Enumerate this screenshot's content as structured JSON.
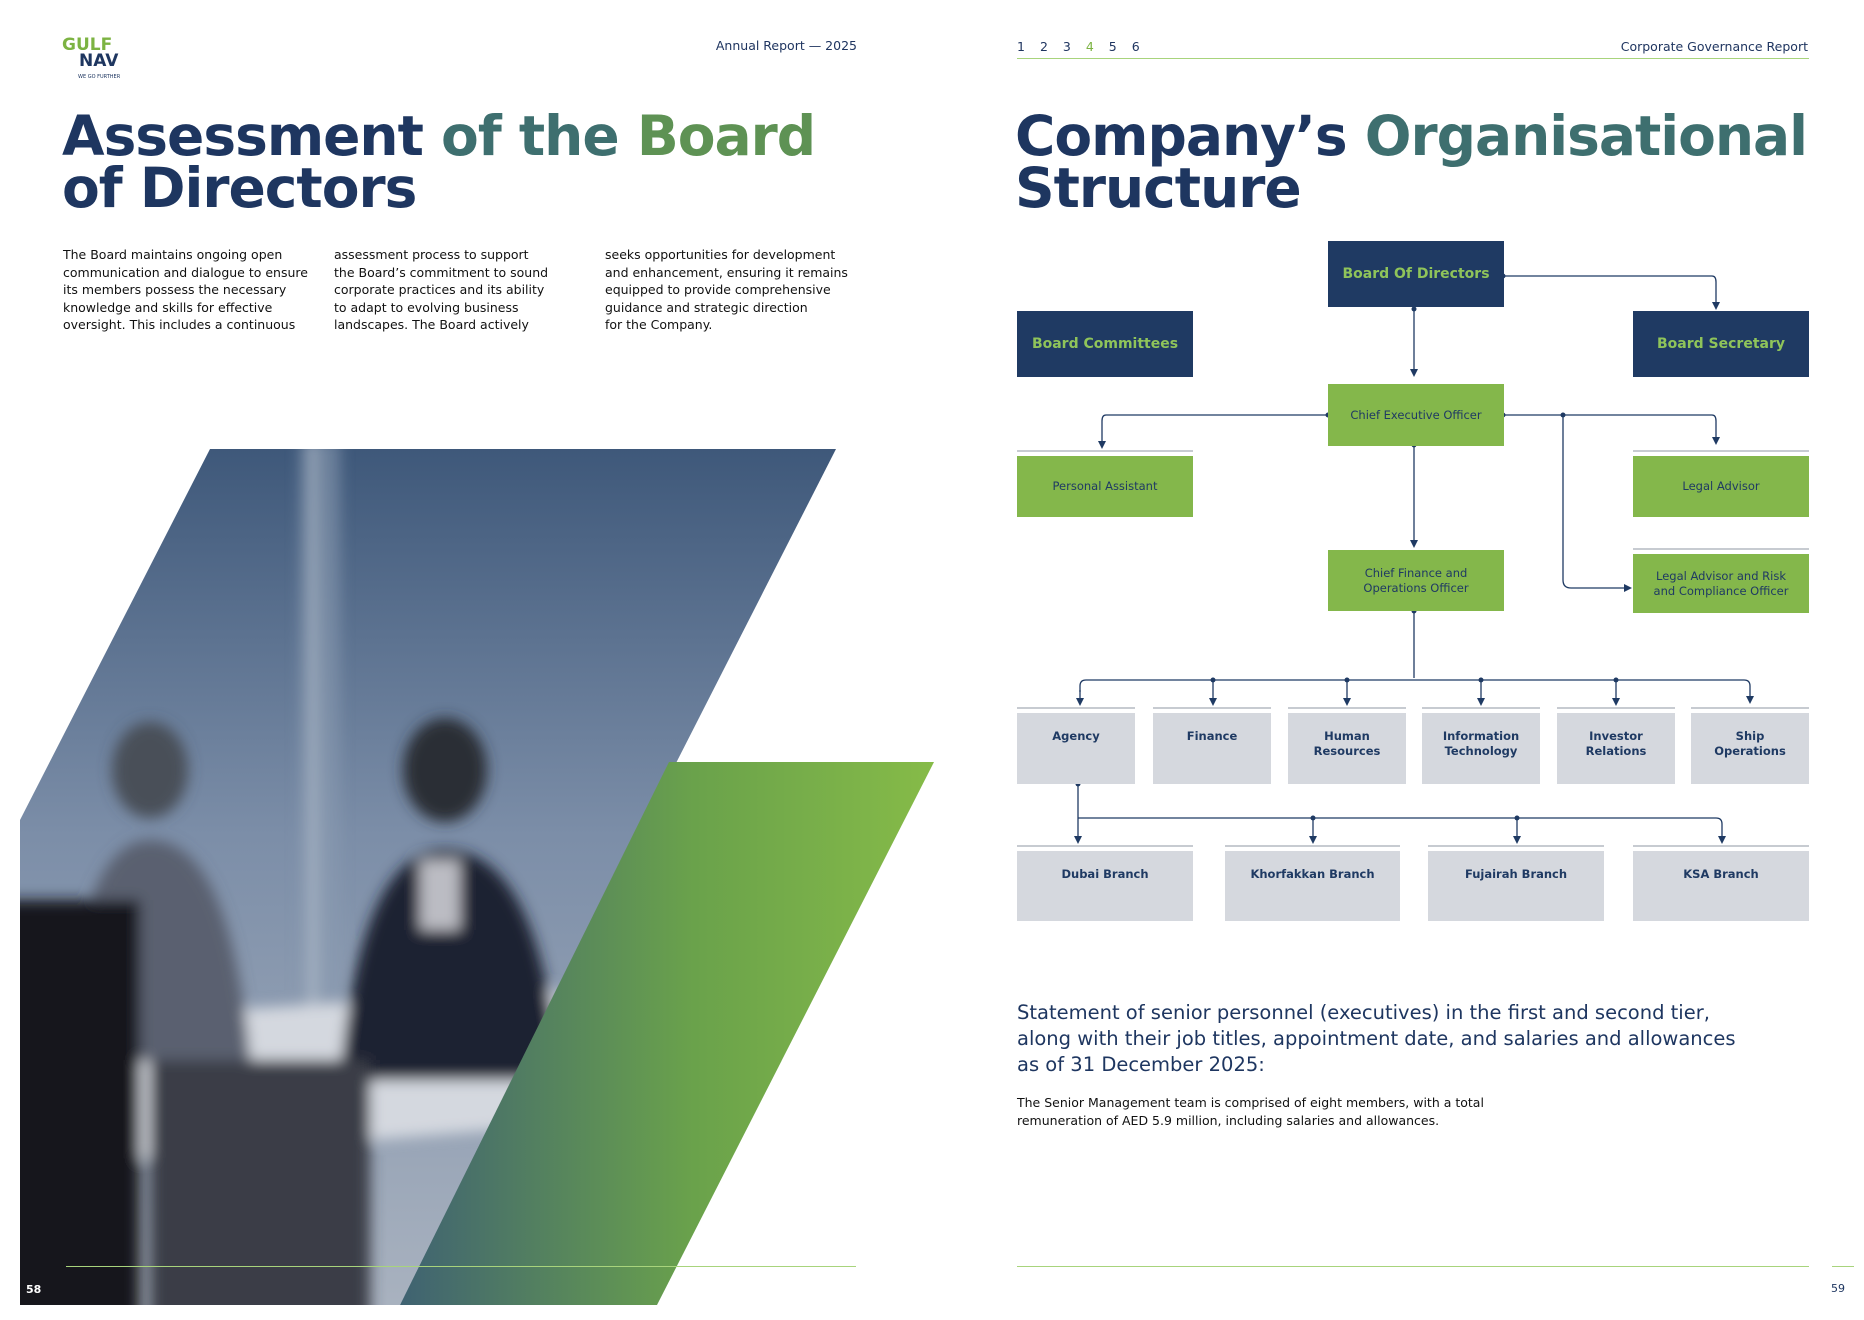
{
  "left_page": {
    "logo": {
      "line1": "GULF",
      "line2": "NAV",
      "tagline": "WE GO FURTHER"
    },
    "header": "Annual Report — 2025",
    "title": {
      "part1": "Assessment",
      "part2": "of the",
      "part3": "Board",
      "line2": "of Directors"
    },
    "columns": [
      [
        "The Board maintains ongoing open",
        "communication and dialogue to ensure",
        "its members possess the necessary",
        "knowledge and skills for effective",
        "oversight. This includes a continuous"
      ],
      [
        "assessment process to support",
        "the Board’s commitment to sound",
        "corporate practices and its ability",
        "to adapt to evolving business",
        "landscapes. The Board actively"
      ],
      [
        "seeks opportunities for development",
        "and enhancement, ensuring it remains",
        "equipped to provide comprehensive",
        "guidance and strategic direction",
        "for the Company."
      ]
    ],
    "page_number": "58"
  },
  "right_page": {
    "nav": [
      "1",
      "2",
      "3",
      "4",
      "5",
      "6"
    ],
    "nav_active_index": 3,
    "header": "Corporate Governance Report",
    "title": {
      "part1": "Company’s",
      "part2": "Organisational",
      "line2": "Structure"
    },
    "org_chart": {
      "board_of_directors": "Board Of Directors",
      "board_committees": "Board Committees",
      "board_secretary": "Board Secretary",
      "ceo": "Chief Executive Officer",
      "personal_assistant": "Personal Assistant",
      "legal_advisor": "Legal Advisor",
      "cfo": [
        "Chief Finance and",
        "Operations Officer"
      ],
      "legal_risk": [
        "Legal Advisor and Risk",
        "and Compliance Officer"
      ],
      "departments": [
        [
          "Agency"
        ],
        [
          "Finance"
        ],
        [
          "Human",
          "Resources"
        ],
        [
          "Information",
          "Technology"
        ],
        [
          "Investor",
          "Relations"
        ],
        [
          "Ship",
          "Operations"
        ]
      ],
      "branches": [
        "Dubai Branch",
        "Khorfakkan Branch",
        "Fujairah Branch",
        "KSA Branch"
      ]
    },
    "statement": {
      "heading": [
        "Statement of senior personnel (executives) in the first and second tier,",
        "along with their job titles, appointment date, and salaries and allowances",
        "as of 31 December 2025:"
      ],
      "body": [
        "The Senior Management team is comprised of eight members, with a total",
        "remuneration of AED 5.9 million, including salaries and allowances."
      ]
    },
    "page_number": "59"
  },
  "colors": {
    "navy": "#1f3a63",
    "green": "#84b74b",
    "teal": "#3e6f6f",
    "grey": "#d5d8de"
  }
}
